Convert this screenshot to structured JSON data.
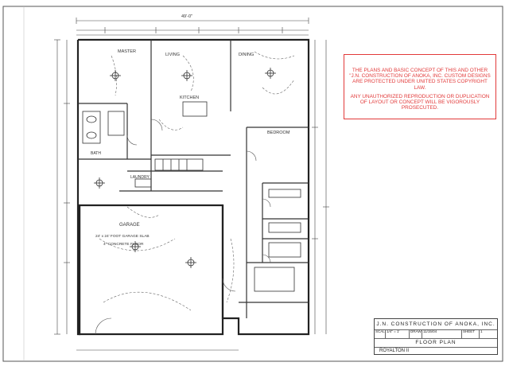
{
  "notice": {
    "paragraph1": "The plans and basic concept of this and other \"J.N. Construction of Anoka, Inc. custom designs are protected under United States copyright law.",
    "paragraph2": "Any unauthorized reproduction or duplication of layout or concept will be vigorously prosecuted."
  },
  "title_block": {
    "company": "J.N. CONSTRUCTION OF ANOKA, INC.",
    "scale_label": "SCALE",
    "scale_value": "1/4\" = 1'",
    "drawn_label": "DRAWN",
    "date_value": "11/15/04",
    "sheet_label": "SHEET",
    "sheet_value": "1",
    "title": "FLOOR PLAN",
    "plan_name": "ROYALTON II"
  },
  "plan": {
    "overall_width": "49'-0\"",
    "garage_label": "GARAGE",
    "garage_note": "24' x 24' FOOT GARAGE SLAB",
    "garage_note2": "4\" CONCRETE FLOOR",
    "kitchen_label": "KITCHEN",
    "master_label": "MASTER",
    "bath_label": "BATH",
    "bedroom_label": "BEDROOM",
    "living_label": "LIVING",
    "dining_label": "DINING",
    "laundry_label": "LAUNDRY"
  }
}
